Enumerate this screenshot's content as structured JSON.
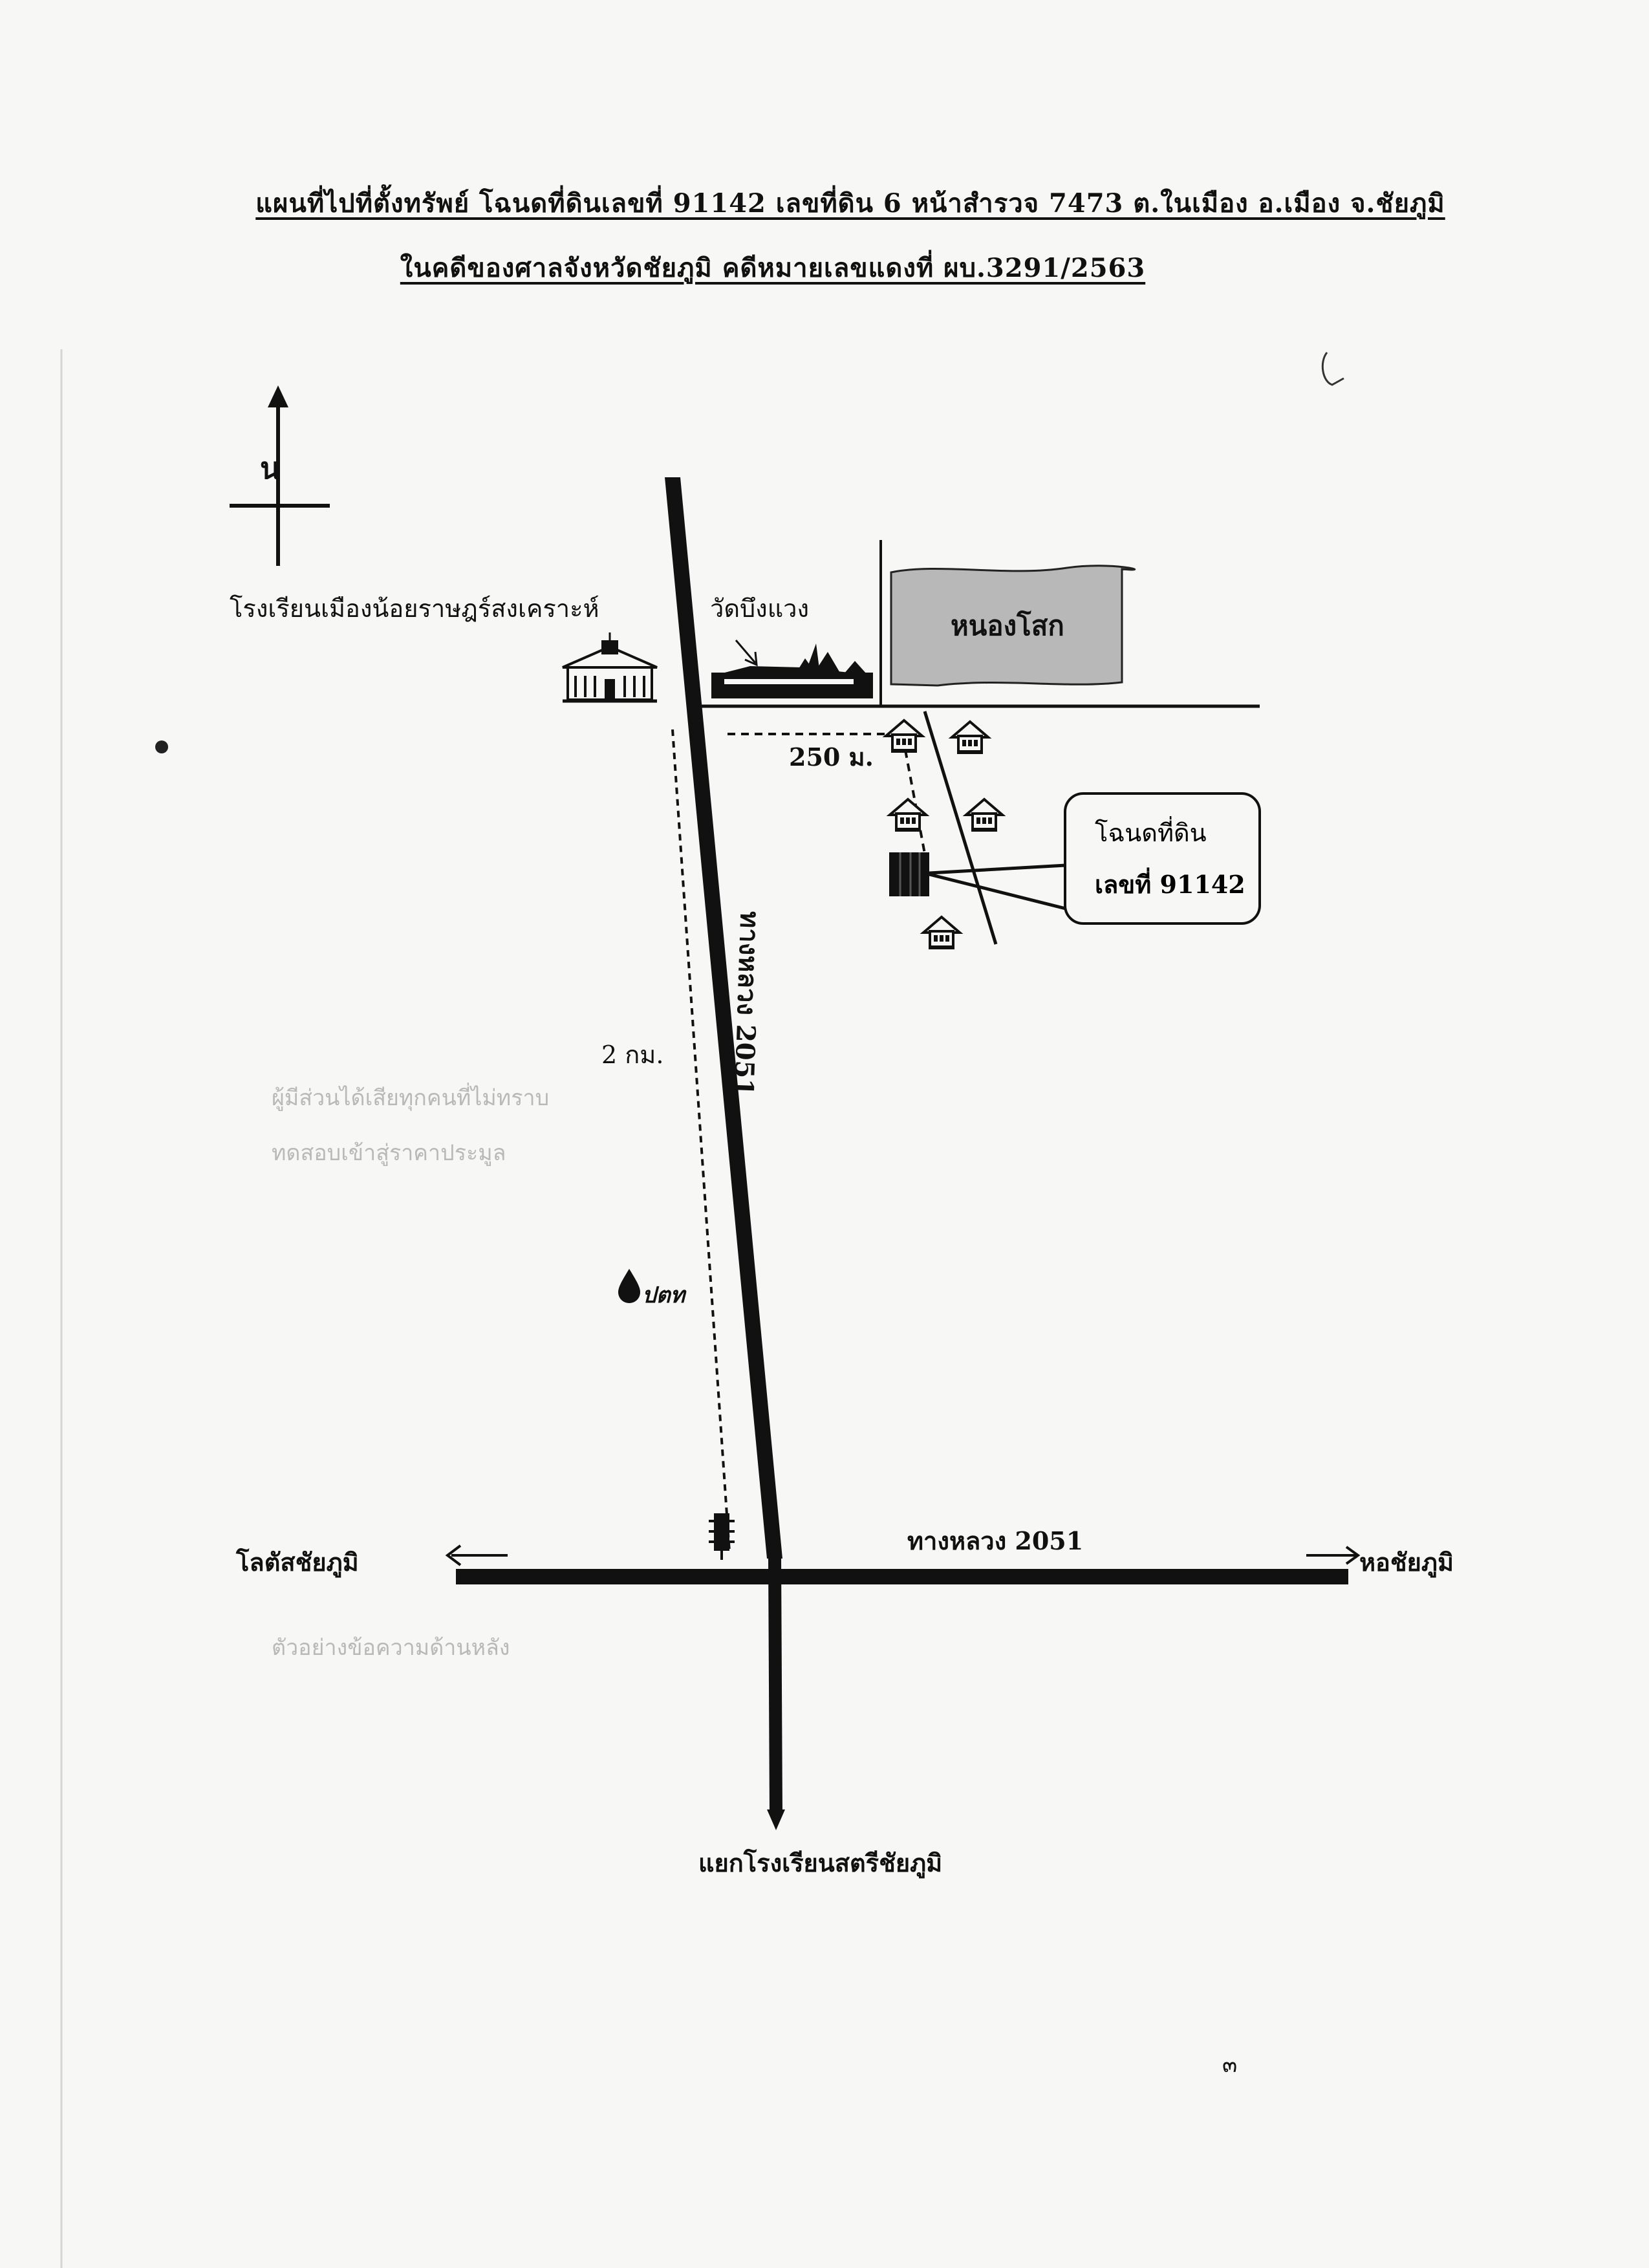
{
  "header": {
    "line1": "แผนที่ไปที่ตั้งทรัพย์ โฉนดที่ดินเลขที่  91142  เลขที่ดิน 6  หน้าสำรวจ 7473   ต.ในเมือง  อ.เมือง  จ.ชัยภูมิ",
    "line2": "ในคดีของศาลจังหวัดชัยภูมิ   คดีหมายเลขแดงที่  ผบ.3291/2563"
  },
  "map": {
    "north_label": "น",
    "school_left": "โรงเรียนเมืองน้อยราษฎร์สงเคราะห์",
    "temple": "วัดบึงแวง",
    "pond": "หนองโสก",
    "dist_250": "250 ม.",
    "dist_2km": "2 กม.",
    "highway_vertical": "ทางหลวง 2051",
    "highway_horizontal": "ทางหลวง 2051",
    "gas_station": "ปตท",
    "west_dest": "โลตัสชัยภูมิ",
    "east_dest": "หอชัยภูมิ",
    "south_dest": "แยกโรงเรียนสตรีชัยภูมิ",
    "deed_line1": "โฉนดที่ดิน",
    "deed_line2": "เลขที่ 91142",
    "page_mark": "๓"
  },
  "colors": {
    "ink": "#111111",
    "pond_fill": "#b8b8b8",
    "paper": "#f7f7f5"
  }
}
